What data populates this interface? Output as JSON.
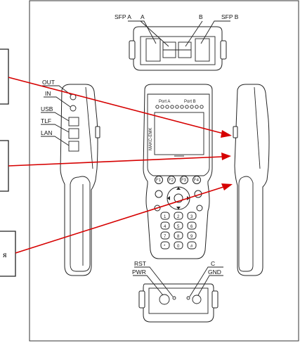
{
  "labels": {
    "sfp_a": "SFP A",
    "a": "A",
    "b": "B",
    "sfp_b": "SFP B",
    "out": "OUT",
    "in": "IN",
    "usb": "USB",
    "tlf": "TLF",
    "lan": "LAN",
    "port_a": "Port A",
    "port_b": "Port B",
    "device_logo": "MAKC-EMK",
    "rst": "RST",
    "pwr": "PWR",
    "c": "C",
    "gnd": "GND"
  },
  "keys": {
    "function": [
      "F1",
      "F2",
      "F3",
      "F4"
    ],
    "numeric": [
      "1",
      "2",
      "3",
      "4",
      "5",
      "6",
      "7",
      "8",
      "9",
      "*",
      "0",
      "#"
    ]
  },
  "callouts": {
    "bottom_fragment": "я"
  },
  "colors": {
    "arrow": "#d60000",
    "outline": "#222222",
    "frame": "#333333"
  }
}
